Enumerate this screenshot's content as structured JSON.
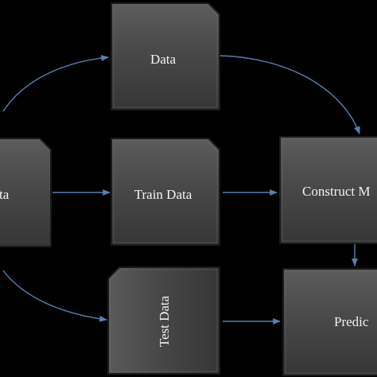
{
  "colors": {
    "background": "#000000",
    "box_fill_top": "#5a5a5a",
    "box_fill_bottom": "#3a3a3a",
    "box_stroke": "#1a1a1a",
    "connector": "#5b7fb3",
    "text": "#f2f2f2"
  },
  "nodes": {
    "data_top": {
      "label": "Data"
    },
    "data_left": {
      "label": "ta"
    },
    "train_data": {
      "label": "Train Data"
    },
    "construct_model": {
      "label": "Construct M"
    },
    "test_data": {
      "label": "Test Data"
    },
    "predict": {
      "label": "Predic"
    }
  }
}
